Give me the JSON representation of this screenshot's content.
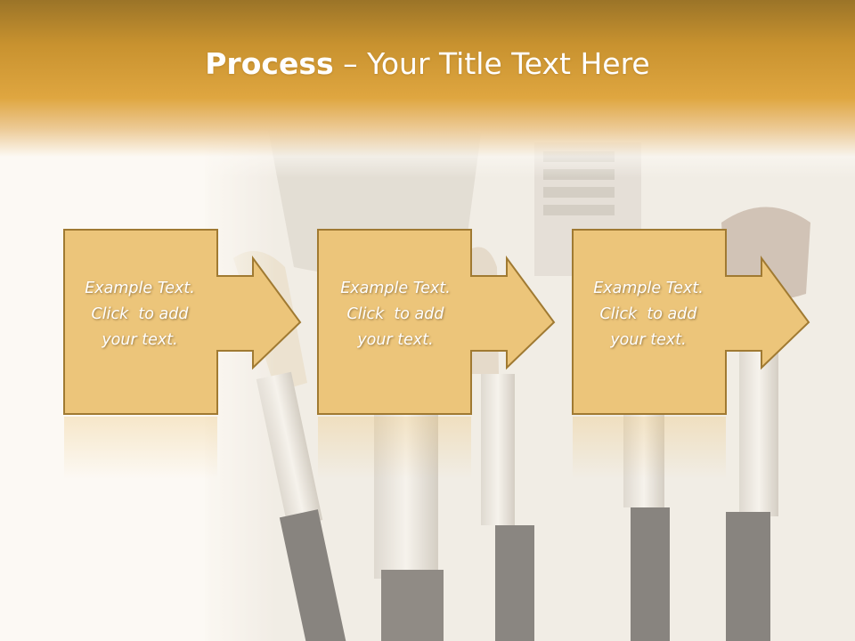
{
  "slide": {
    "title_strong": "Process",
    "title_rest": " – Your Title Text Here"
  },
  "steps": [
    {
      "line1": "Example Text.",
      "line2": "Click  to add",
      "line3": "your text."
    },
    {
      "line1": "Example Text.",
      "line2": "Click  to add",
      "line3": "your text."
    },
    {
      "line1": "Example Text.",
      "line2": "Click  to add",
      "line3": "your text."
    }
  ],
  "colors": {
    "header_dark": "#9b7428",
    "header_mid": "#dfa640",
    "box_fill": "#ecc57a",
    "box_border": "#a07a32",
    "background": "#fcf9f4"
  }
}
